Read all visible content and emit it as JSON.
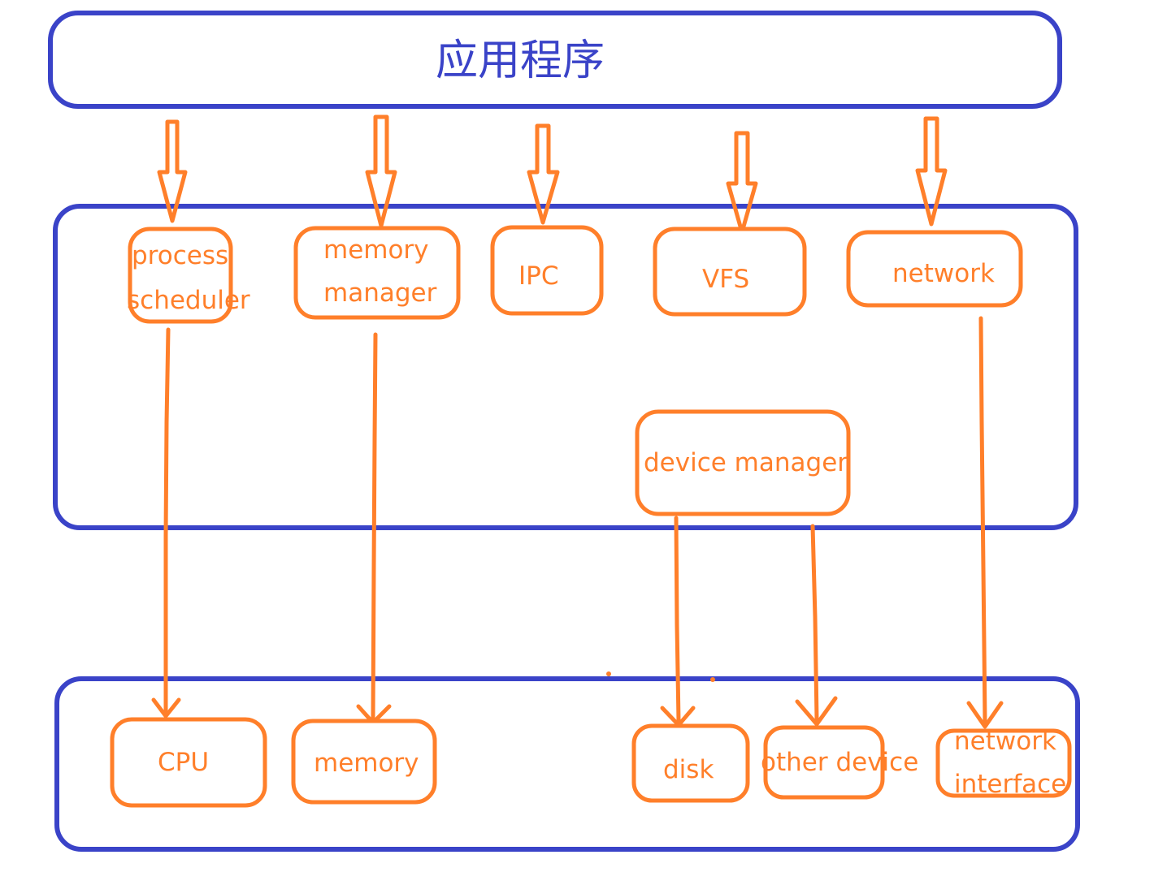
{
  "colors": {
    "layer_border": "#3a43c8",
    "module_border": "#ff7f2a",
    "title_text": "#3a43c8",
    "module_text": "#ff7f2a"
  },
  "application_layer": {
    "label": "应用程序"
  },
  "kernel_layer": {
    "process_scheduler": {
      "line1": "process",
      "line2": "scheduler"
    },
    "memory_manager": {
      "line1": "memory",
      "line2": "manager"
    },
    "ipc": "IPC",
    "vfs": "VFS",
    "network": "network",
    "device_manager": "device manager"
  },
  "hardware_layer": {
    "cpu": "CPU",
    "memory": "memory",
    "disk": "disk",
    "other_device": "other device",
    "network_interface": {
      "line1": "network",
      "line2": "interface"
    }
  }
}
